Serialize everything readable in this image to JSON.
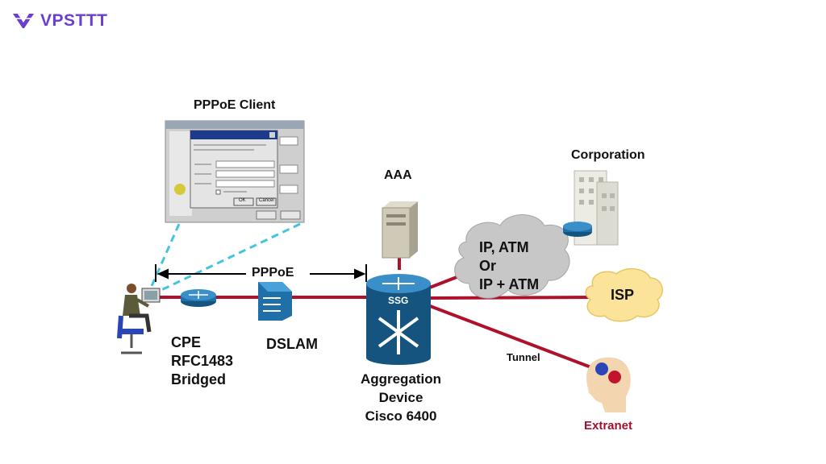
{
  "brand": {
    "name": "VPSTTT",
    "logo_icon": "vpsttt-logo-icon",
    "color": "#6a3fd0"
  },
  "diagram": {
    "pppoe_client_label": "PPPoE Client",
    "pppoe_label": "PPPoE",
    "aaa_label": "AAA",
    "corporation_label": "Corporation",
    "cloud_lines": [
      "IP, ATM",
      "Or",
      "IP + ATM"
    ],
    "isp_label": "ISP",
    "tunnel_label": "Tunnel",
    "extranet_label": "Extranet",
    "dslam_label": "DSLAM",
    "ssg_label": "SSG",
    "cpe_lines": [
      "CPE",
      "RFC1483",
      "Bridged"
    ],
    "aggregation_lines": [
      "Aggregation",
      "Device",
      "Cisco 6400"
    ],
    "dialog_buttons": [
      "OK",
      "Cancel"
    ],
    "colors": {
      "link": "#b0112a",
      "device": "#1f6fa8",
      "cloud": "#c7c7c7",
      "isp": "#fbe39a",
      "extranet": "#a01030"
    }
  }
}
